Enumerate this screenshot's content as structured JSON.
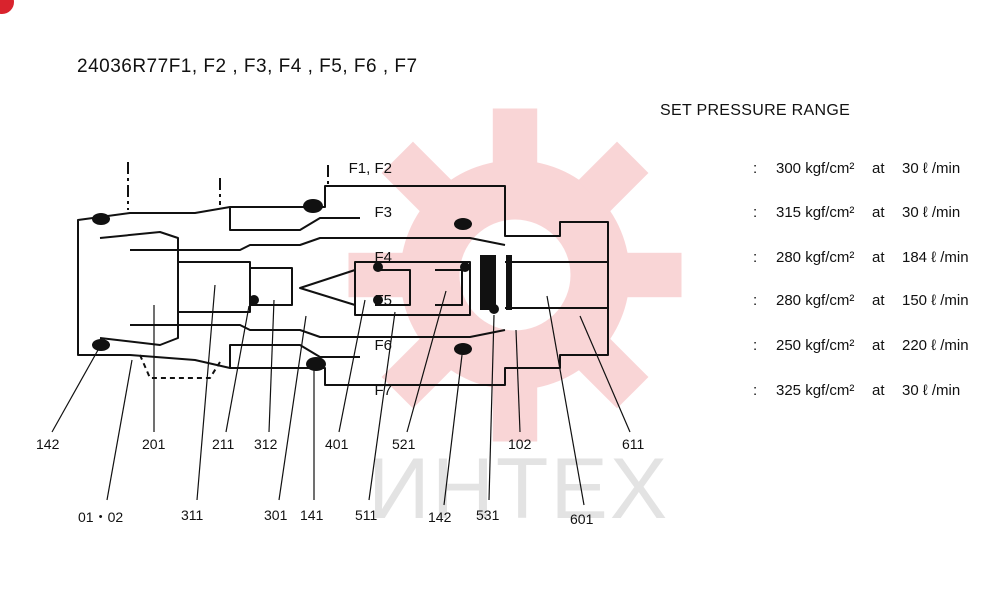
{
  "title": "24036R77F1, F2 , F3, F4 , F5, F6 , F7",
  "watermark_text": "ИНТЕХ",
  "pressure_table": {
    "heading": "SET PRESSURE RANGE",
    "connector": "at",
    "rows": [
      {
        "port": "F1, F2",
        "sep": ":",
        "pressure": "300 kgf/cm²",
        "flow": "30 ℓ /min"
      },
      {
        "port": "F3",
        "sep": ":",
        "pressure": "315 kgf/cm²",
        "flow": "30 ℓ /min"
      },
      {
        "port": "F4",
        "sep": ":",
        "pressure": "280 kgf/cm²",
        "flow": "184 ℓ /min"
      },
      {
        "port": "F5",
        "sep": ":",
        "pressure": "280 kgf/cm²",
        "flow": "150 ℓ /min"
      },
      {
        "port": "F6",
        "sep": ":",
        "pressure": "250 kgf/cm²",
        "flow": "220 ℓ /min"
      },
      {
        "port": "F7",
        "sep": ":",
        "pressure": "325 kgf/cm²",
        "flow": "30 ℓ /min"
      }
    ]
  },
  "callouts": {
    "c142a": "142",
    "c201": "201",
    "c211": "211",
    "c312": "312",
    "c401": "401",
    "c521": "521",
    "c102": "102",
    "c611": "611",
    "c0102": "01・02",
    "c311": "311",
    "c301": "301",
    "c141": "141",
    "c511": "511",
    "c142b": "142",
    "c531": "531",
    "c601": "601"
  }
}
